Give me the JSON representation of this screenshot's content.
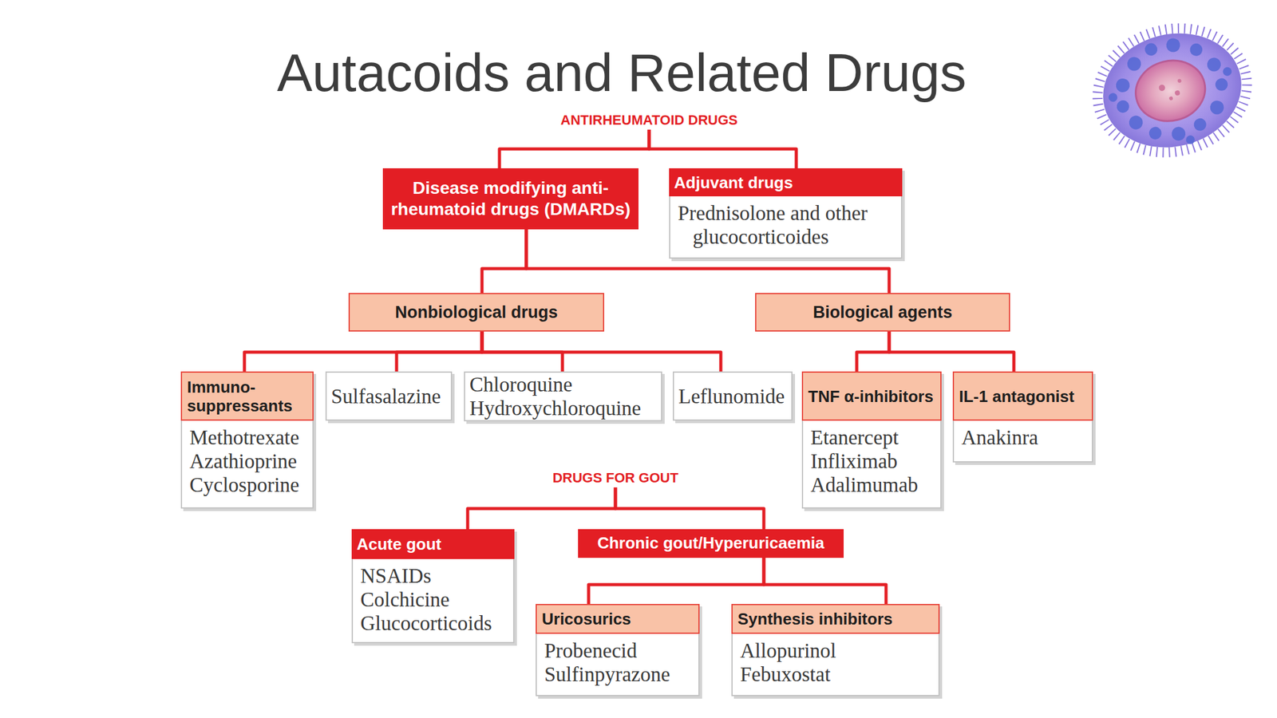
{
  "diagram": {
    "title": "Autacoids and Related Drugs",
    "nodes": [
      {
        "text": [
          "ANTIRHEUMATOID DRUGS"
        ]
      },
      {
        "text": [
          "Disease modifying anti-rheumatoid drugs (DMARDs)"
        ]
      },
      {
        "text": [
          "Adjuvant drugs",
          "Prednisolone and other glucocorticoides"
        ]
      },
      {
        "text": [
          "Nonbiological drugs"
        ]
      },
      {
        "text": [
          "Biological agents"
        ]
      },
      {
        "text": [
          "Immuno-suppressants",
          "Methotrexate",
          "Azathioprine",
          "Cyclosporine"
        ]
      },
      {
        "text": [
          "Sulfasalazine"
        ]
      },
      {
        "text": [
          "Chloroquine",
          "Hydroxychloroquine"
        ]
      },
      {
        "text": [
          "Leflunomide"
        ]
      },
      {
        "text": [
          "TNF α-inhibitors",
          "Etanercept",
          "Infliximab",
          "Adalimumab"
        ]
      },
      {
        "text": [
          "IL-1 antagonist",
          "Anakinra"
        ]
      },
      {
        "text": [
          "DRUGS FOR GOUT"
        ]
      },
      {
        "text": [
          "Acute gout",
          "NSAIDs",
          "Colchicine",
          "Glucocorticoids"
        ]
      },
      {
        "text": [
          "Chronic gout/Hyperuricaemia"
        ]
      },
      {
        "text": [
          "Uricosurics",
          "Probenecid",
          "Sulfinpyrazone"
        ]
      },
      {
        "text": [
          "Synthesis inhibitors",
          "Allopurinol",
          "Febuxostat"
        ]
      }
    ],
    "edges": [
      {
        "from": 0,
        "to": 1,
        "arrow": "none"
      },
      {
        "from": 0,
        "to": 2,
        "arrow": "none"
      },
      {
        "from": 1,
        "to": 3,
        "arrow": "none"
      },
      {
        "from": 1,
        "to": 4,
        "arrow": "none"
      },
      {
        "from": 3,
        "to": 5,
        "arrow": "none"
      },
      {
        "from": 3,
        "to": 6,
        "arrow": "none"
      },
      {
        "from": 3,
        "to": 7,
        "arrow": "none"
      },
      {
        "from": 3,
        "to": 8,
        "arrow": "none"
      },
      {
        "from": 4,
        "to": 9,
        "arrow": "none"
      },
      {
        "from": 4,
        "to": 10,
        "arrow": "none"
      },
      {
        "from": 11,
        "to": 12,
        "arrow": "none"
      },
      {
        "from": 11,
        "to": 13,
        "arrow": "none"
      },
      {
        "from": 13,
        "to": 14,
        "arrow": "none"
      },
      {
        "from": 13,
        "to": 15,
        "arrow": "none"
      }
    ]
  }
}
